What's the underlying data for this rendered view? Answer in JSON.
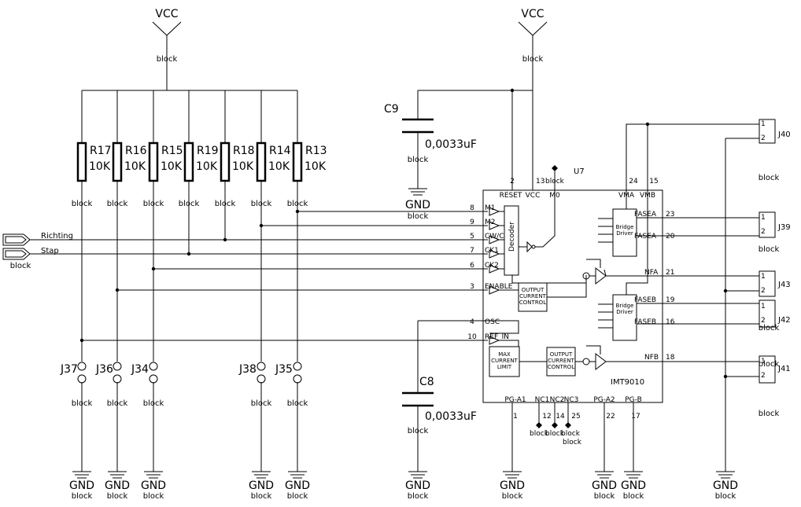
{
  "power": {
    "vcc": "VCC",
    "gnd": "GND"
  },
  "block": "block",
  "resistors": [
    {
      "ref": "R17",
      "value": "10K"
    },
    {
      "ref": "R16",
      "value": "10K"
    },
    {
      "ref": "R15",
      "value": "10K"
    },
    {
      "ref": "R19",
      "value": "10K"
    },
    {
      "ref": "R18",
      "value": "10K"
    },
    {
      "ref": "R14",
      "value": "10K"
    },
    {
      "ref": "R13",
      "value": "10K"
    }
  ],
  "jumpers_left": [
    "J37",
    "J36",
    "J34",
    "J38",
    "J35"
  ],
  "inputs": [
    {
      "name": "Richting"
    },
    {
      "name": "Stap"
    }
  ],
  "capacitors": [
    {
      "ref": "C9",
      "value": "0,0033uF"
    },
    {
      "ref": "C8",
      "value": "0,0033uF"
    }
  ],
  "ic": {
    "ref": "U7",
    "part": "IMT9010",
    "top_pins": [
      {
        "num": "2",
        "name": "RESET"
      },
      {
        "num": "13",
        "name": "VCC"
      },
      {
        "name": "M0"
      },
      {
        "num": "24",
        "name": "VMA"
      },
      {
        "num": "15",
        "name": "VMB"
      }
    ],
    "left_pins": [
      {
        "num": "8",
        "name": "M1"
      },
      {
        "num": "9",
        "name": "M2"
      },
      {
        "num": "5",
        "name": "CW/CCW"
      },
      {
        "num": "7",
        "name": "CK1"
      },
      {
        "num": "6",
        "name": "CK2"
      },
      {
        "num": "3",
        "name": "ENABLE"
      },
      {
        "num": "4",
        "name": "OSC"
      },
      {
        "num": "10",
        "name": "REF_IN"
      }
    ],
    "right_pins": [
      {
        "num": "23",
        "name": "FASEA"
      },
      {
        "num": "20",
        "name": "FASEA"
      },
      {
        "num": "21",
        "name": "NFA"
      },
      {
        "num": "19",
        "name": "FASEB"
      },
      {
        "num": "16",
        "name": "FASEB"
      },
      {
        "num": "18",
        "name": "NFB"
      }
    ],
    "bottom_pins": [
      {
        "num": "1",
        "name": "PG-A1"
      },
      {
        "num": "12",
        "name": "NC1"
      },
      {
        "num": "14",
        "name": "NC2"
      },
      {
        "num": "25",
        "name": "NC3"
      },
      {
        "num": "22",
        "name": "PG-A2"
      },
      {
        "num": "17",
        "name": "PG-B"
      }
    ],
    "blocks": {
      "decoder": "Decoder",
      "bridge_driver": [
        "Bridge",
        "Driver"
      ],
      "output_current_control": [
        "OUTPUT",
        "CURRENT",
        "CONTROL"
      ],
      "max_current_limit": [
        "MAX",
        "CURRENT",
        "LIMIT"
      ]
    }
  },
  "connectors": [
    {
      "ref": "J40",
      "pins": [
        "1",
        "2"
      ]
    },
    {
      "ref": "J39",
      "pins": [
        "1",
        "2"
      ]
    },
    {
      "ref": "J43",
      "pins": [
        "1",
        "2"
      ]
    },
    {
      "ref": "J42",
      "pins": [
        "1",
        "2"
      ]
    },
    {
      "ref": "J41",
      "pins": [
        "1",
        "2"
      ]
    }
  ]
}
